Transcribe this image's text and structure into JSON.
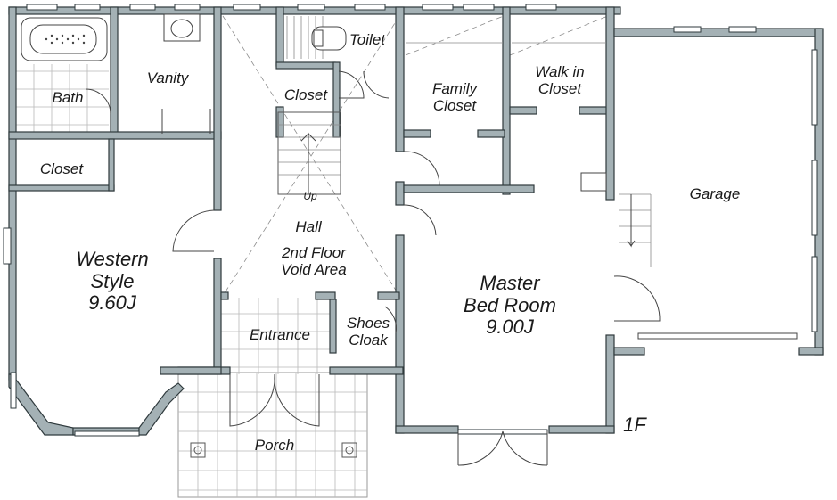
{
  "floor_label": "1F",
  "rooms": {
    "bath": "Bath",
    "vanity": "Vanity",
    "toilet": "Toilet",
    "closet_upper": "Closet",
    "closet_left": "Closet",
    "family_closet": "Family\nCloset",
    "walk_in_closet": "Walk in\nCloset",
    "garage": "Garage",
    "up": "Up",
    "hall": "Hall",
    "void_area": "2nd Floor\nVoid Area",
    "western_style": "Western\nStyle\n9.60J",
    "master_bed_room": "Master\nBed Room\n9.00J",
    "entrance": "Entrance",
    "shoes_cloak": "Shoes\nCloak",
    "porch": "Porch"
  }
}
